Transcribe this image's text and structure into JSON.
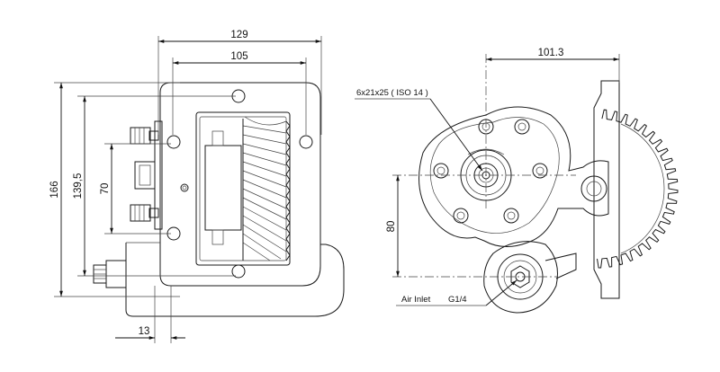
{
  "dimensions": {
    "overall_width": "129",
    "inner_width": "105",
    "overall_height": "166",
    "hole_spacing_vertical": "139,5",
    "inner_spacing": "70",
    "flange_offset": "13",
    "center_to_gear": "101.3",
    "center_height": "80"
  },
  "labels": {
    "shaft_spec": "6x21x25 ( ISO 14 )",
    "air_inlet": "Air Inlet",
    "thread": "G1/4"
  }
}
